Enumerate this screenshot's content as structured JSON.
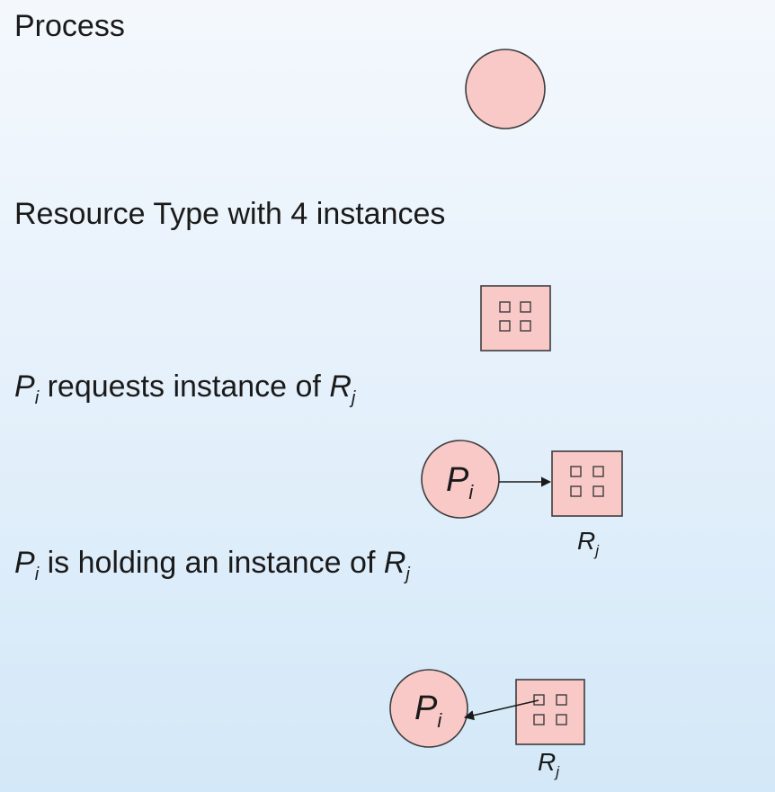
{
  "legend": {
    "process": {
      "heading": "Process"
    },
    "resource": {
      "heading": "Resource Type with 4 instances"
    },
    "request": {
      "P": "P",
      "i": "i",
      "text": " requests instance of ",
      "R": "R",
      "j": "j"
    },
    "holding": {
      "P": "P",
      "i": "i",
      "text": " is holding an instance of ",
      "R": "R",
      "j": "j"
    }
  },
  "nodes": {
    "process_label": "P",
    "process_sub": "i",
    "resource_label": "R",
    "resource_sub": "j"
  },
  "colors": {
    "node_fill": "#f9c9c7",
    "node_stroke": "#3d3d3d",
    "background": "#e6f1fb"
  }
}
